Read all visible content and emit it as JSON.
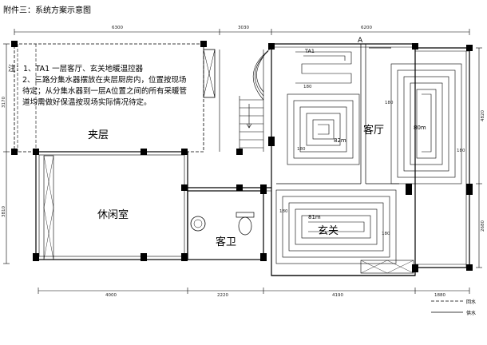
{
  "title": "附件三：系统方案示意图",
  "notes": [
    "注：1、TA1  一层客厅、玄关地暖温控器",
    "2、三路分集水器摆放在夹层厨房内，位置按现场",
    "待定；从分集水器到一层A位置之间的所有采暖管",
    "道均需做好保温按现场实际情况待定。"
  ],
  "rooms": {
    "mezzanine": "夹层",
    "lounge": "休闲室",
    "guest_bath": "客卫",
    "living": "客厅",
    "entry": "玄关"
  },
  "labels": {
    "ta1": "TA1",
    "point_a": "A",
    "loop_living_left": "82m",
    "loop_living_right": "80m",
    "loop_entry": "81m",
    "spacing": "180"
  },
  "dimensions": {
    "top": [
      "6300",
      "3030",
      "6200"
    ],
    "bottom": [
      "4000",
      "2220",
      "4190",
      "1880"
    ],
    "left": [
      "3170",
      "3810"
    ],
    "right": [
      "4820",
      "2680"
    ]
  },
  "legend": {
    "return": "回水",
    "supply": "供水"
  }
}
